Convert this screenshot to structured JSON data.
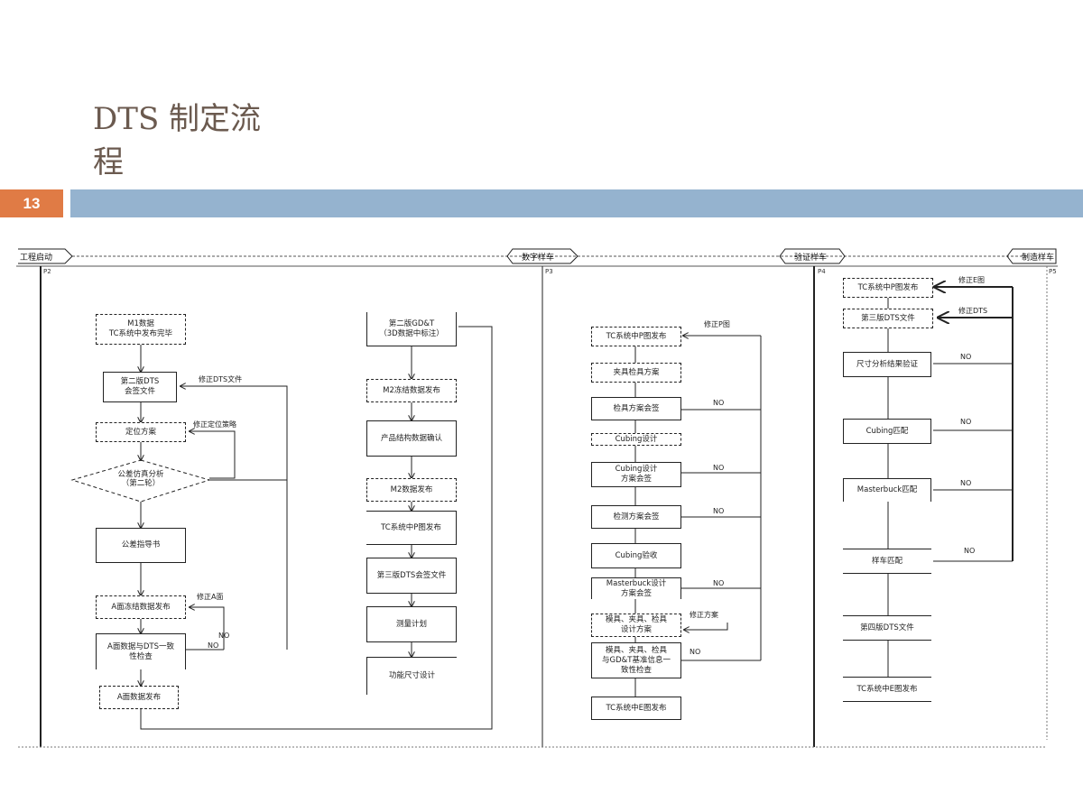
{
  "slide": {
    "title": "DTS 制定流\n程",
    "number": "13"
  },
  "stages": {
    "s1": "工程启动",
    "s2": "数字样车",
    "s3": "验证样车",
    "s4": "制造样车"
  },
  "pages": {
    "p2": "P2",
    "p3": "P3",
    "p4": "P4",
    "p5": "P5"
  },
  "col1": {
    "b1": "M1数据\nTC系统中发布完毕",
    "b2": "第二版DTS\n会签文件",
    "b3": "定位方案",
    "decision": "公差仿真分析\n（第二轮）",
    "b4": "公差指导书",
    "b5": "A面冻结数据发布",
    "b6": "A面数据与DTS一致\n性检查",
    "b7": "A面数据发布",
    "e1": "修正DTS文件",
    "e2": "修正定位策略",
    "e3": "修正A面",
    "no1": "NO",
    "no2": "NO"
  },
  "col2": {
    "b1": "第二版GD&T\n（3D数据中标注）",
    "b2": "M2冻结数据发布",
    "b3": "产品结构数据确认",
    "b4": "M2数据发布",
    "b5": "TC系统中P图发布",
    "b6": "第三版DTS会签文件",
    "b7": "测量计划",
    "b8": "功能尺寸设计"
  },
  "col3": {
    "b1": "TC系统中P图发布",
    "b2": "夹具检具方案",
    "b3": "检具方案会签",
    "b4": "Cubing设计",
    "b5": "Cubing设计\n方案会签",
    "b6": "检测方案会签",
    "b7": "Cubing验收",
    "b8": "Masterbuck设计\n方案会签",
    "b9": "模具、夹具、检具\n设计方案",
    "b10": "模具、夹具、检具\n与GD&T基准信息一\n致性检查",
    "b11": "TC系统中E图发布",
    "e1": "修正P图",
    "e2": "修正方案",
    "no1": "NO",
    "no2": "NO",
    "no3": "NO",
    "no4": "NO",
    "no5": "NO"
  },
  "col4": {
    "b1": "TC系统中P图发布",
    "b2": "第三版DTS文件",
    "b3": "尺寸分析结果验证",
    "b4": "Cubing匹配",
    "b5": "Masterbuck匹配",
    "b6": "样车匹配",
    "b7": "第四版DTS文件",
    "b8": "TC系统中E图发布",
    "e1": "修正E图",
    "e2": "修正DTS",
    "no1": "NO",
    "no2": "NO",
    "no3": "NO",
    "no4": "NO"
  }
}
